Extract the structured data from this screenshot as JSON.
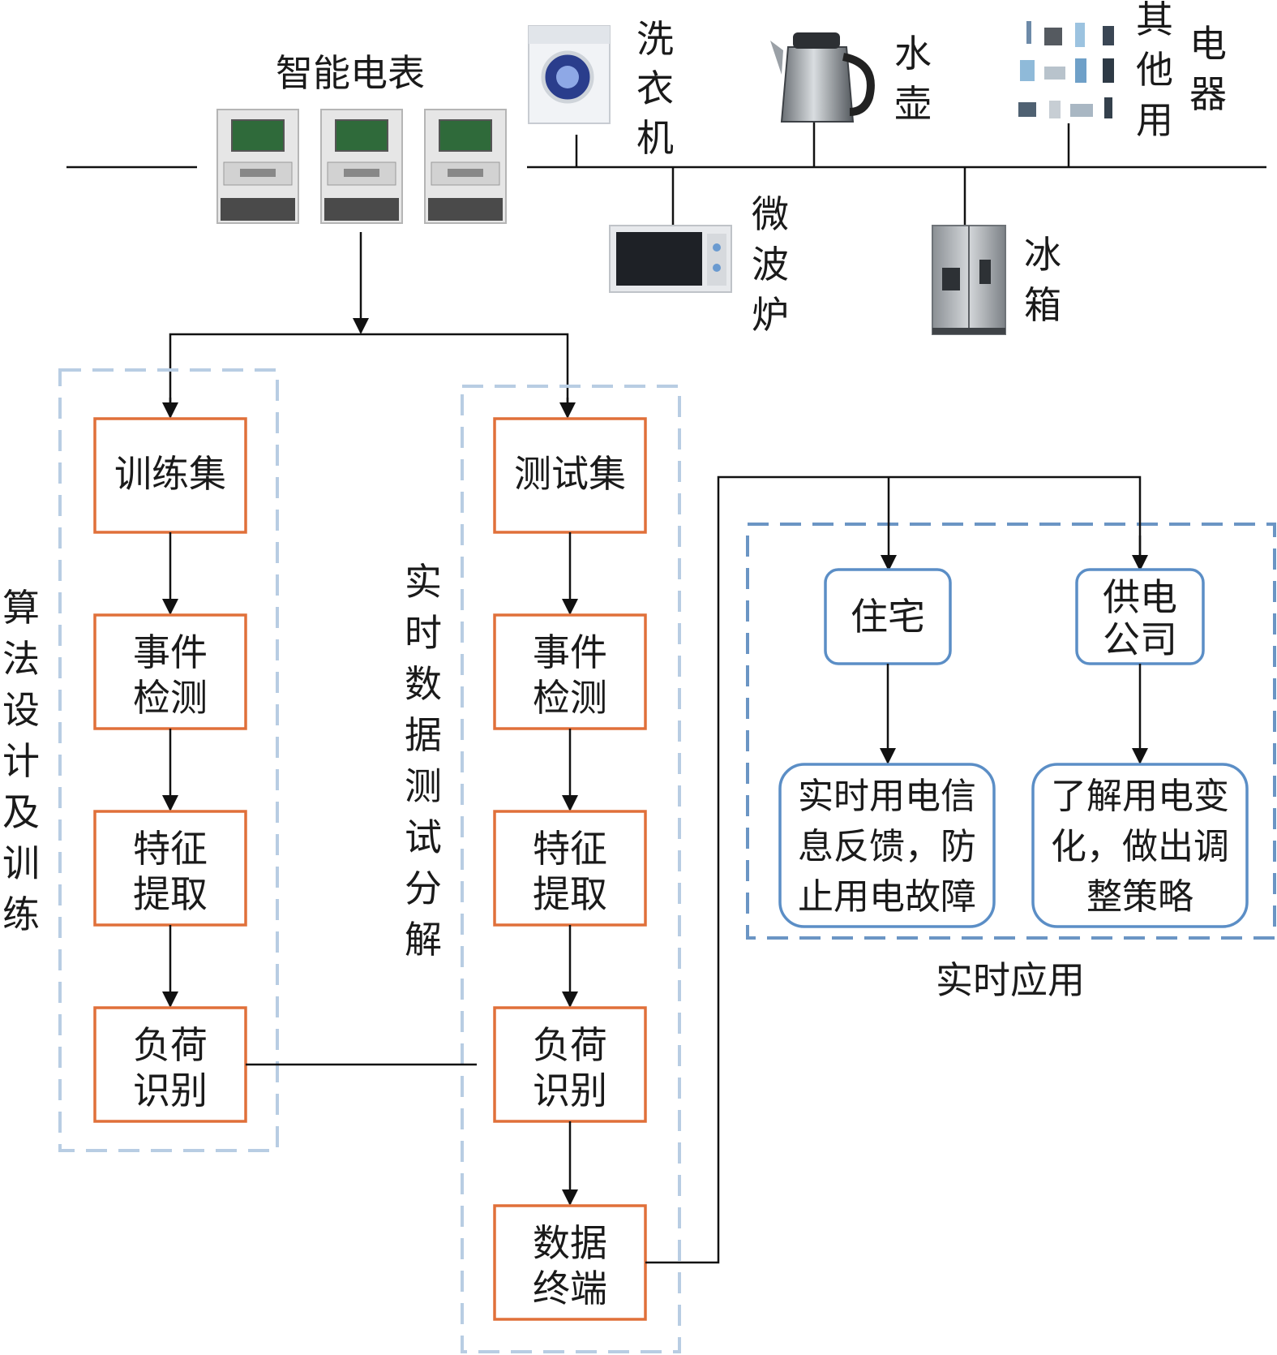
{
  "meter": {
    "label": "智能电表"
  },
  "appliances": {
    "washer": [
      "洗",
      "衣",
      "机"
    ],
    "kettle": [
      "水",
      "壶"
    ],
    "others": [
      [
        "其",
        "他",
        "用"
      ],
      [
        "电",
        "器"
      ]
    ],
    "microwave": [
      "微",
      "波",
      "炉"
    ],
    "fridge": [
      "冰",
      "箱"
    ]
  },
  "left_group": {
    "caption": [
      "算",
      "法",
      "设",
      "计",
      "及",
      "训",
      "练"
    ],
    "boxes": [
      [
        "训练集"
      ],
      [
        "事件",
        "检测"
      ],
      [
        "特征",
        "提取"
      ],
      [
        "负荷",
        "识别"
      ]
    ]
  },
  "middle_group": {
    "caption": [
      "实",
      "时",
      "数",
      "据",
      "测",
      "试",
      "分",
      "解"
    ],
    "boxes": [
      [
        "测试集"
      ],
      [
        "事件",
        "检测"
      ],
      [
        "特征",
        "提取"
      ],
      [
        "负荷",
        "识别"
      ],
      [
        "数据",
        "终端"
      ]
    ]
  },
  "right_group": {
    "caption": "实时应用",
    "residential": {
      "title": [
        "住宅"
      ],
      "detail": [
        "实时用电信",
        "息反馈，防",
        "止用电故障"
      ]
    },
    "utility": {
      "title": [
        "供电",
        "公司"
      ],
      "detail": [
        "了解用电变",
        "化，做出调",
        "整策略"
      ]
    }
  },
  "colors": {
    "step_border": "#e0703a",
    "app_border": "#5b8ec6",
    "group_dash_light": "#b8cde3",
    "group_dash_dark": "#6b95c4"
  },
  "icons": [
    "smart-meter-icon",
    "washing-machine-icon",
    "kettle-icon",
    "appliances-icon",
    "microwave-icon",
    "refrigerator-icon"
  ]
}
